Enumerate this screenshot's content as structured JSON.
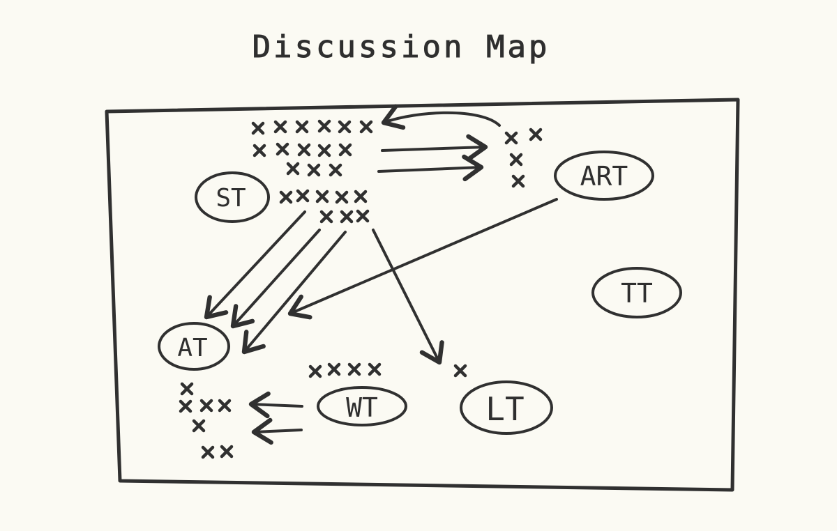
{
  "title": "Discussion Map",
  "nodes": {
    "st": "ST",
    "art": "ART",
    "tt": "TT",
    "at": "AT",
    "wt": "WT",
    "lt": "LT"
  },
  "colors": {
    "ink": "#303030",
    "paper": "#fbfaf3"
  }
}
